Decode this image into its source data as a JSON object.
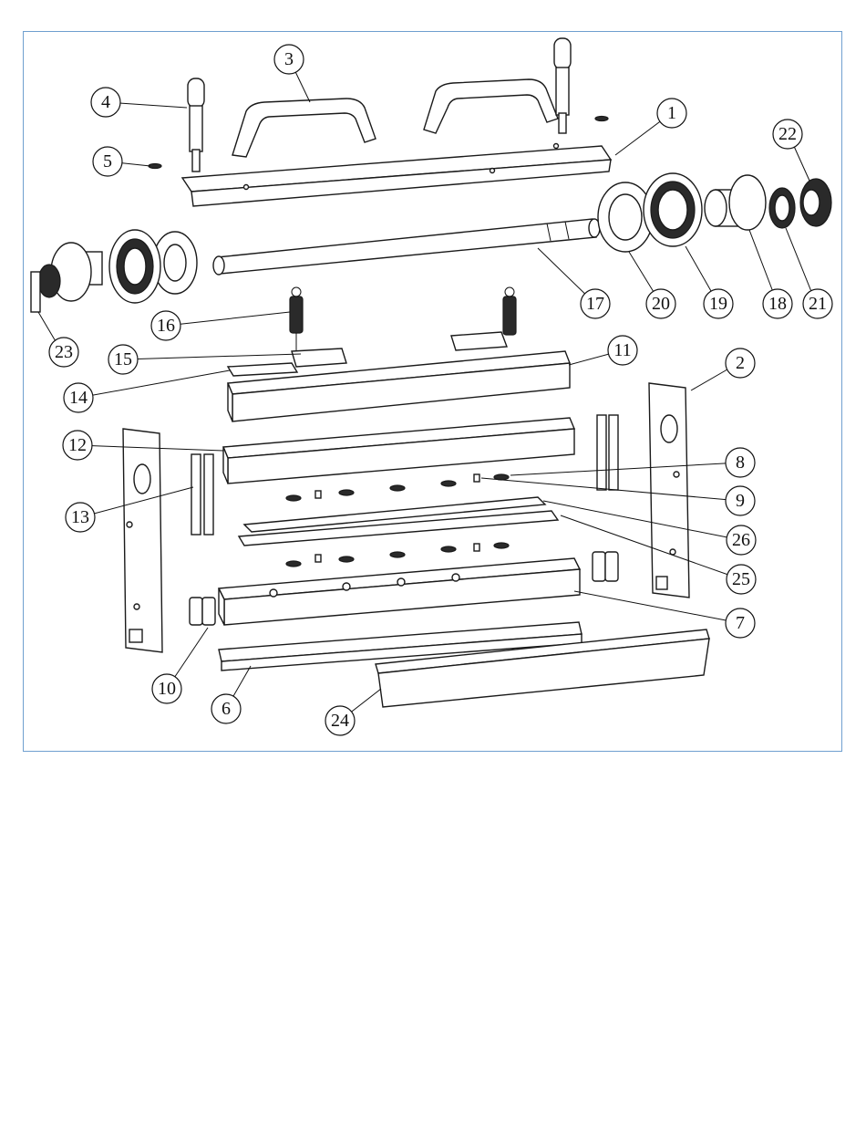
{
  "colors": {
    "frame_border": "#6f9fcf",
    "line": "#1a1a1a",
    "background": "#ffffff"
  },
  "callouts": [
    {
      "label": "1"
    },
    {
      "label": "2"
    },
    {
      "label": "3"
    },
    {
      "label": "4"
    },
    {
      "label": "5"
    },
    {
      "label": "6"
    },
    {
      "label": "7"
    },
    {
      "label": "8"
    },
    {
      "label": "9"
    },
    {
      "label": "10"
    },
    {
      "label": "11"
    },
    {
      "label": "12"
    },
    {
      "label": "13"
    },
    {
      "label": "14"
    },
    {
      "label": "15"
    },
    {
      "label": "16"
    },
    {
      "label": "17"
    },
    {
      "label": "18"
    },
    {
      "label": "19"
    },
    {
      "label": "20"
    },
    {
      "label": "21"
    },
    {
      "label": "22"
    },
    {
      "label": "23"
    },
    {
      "label": "24"
    },
    {
      "label": "25"
    },
    {
      "label": "26"
    }
  ]
}
